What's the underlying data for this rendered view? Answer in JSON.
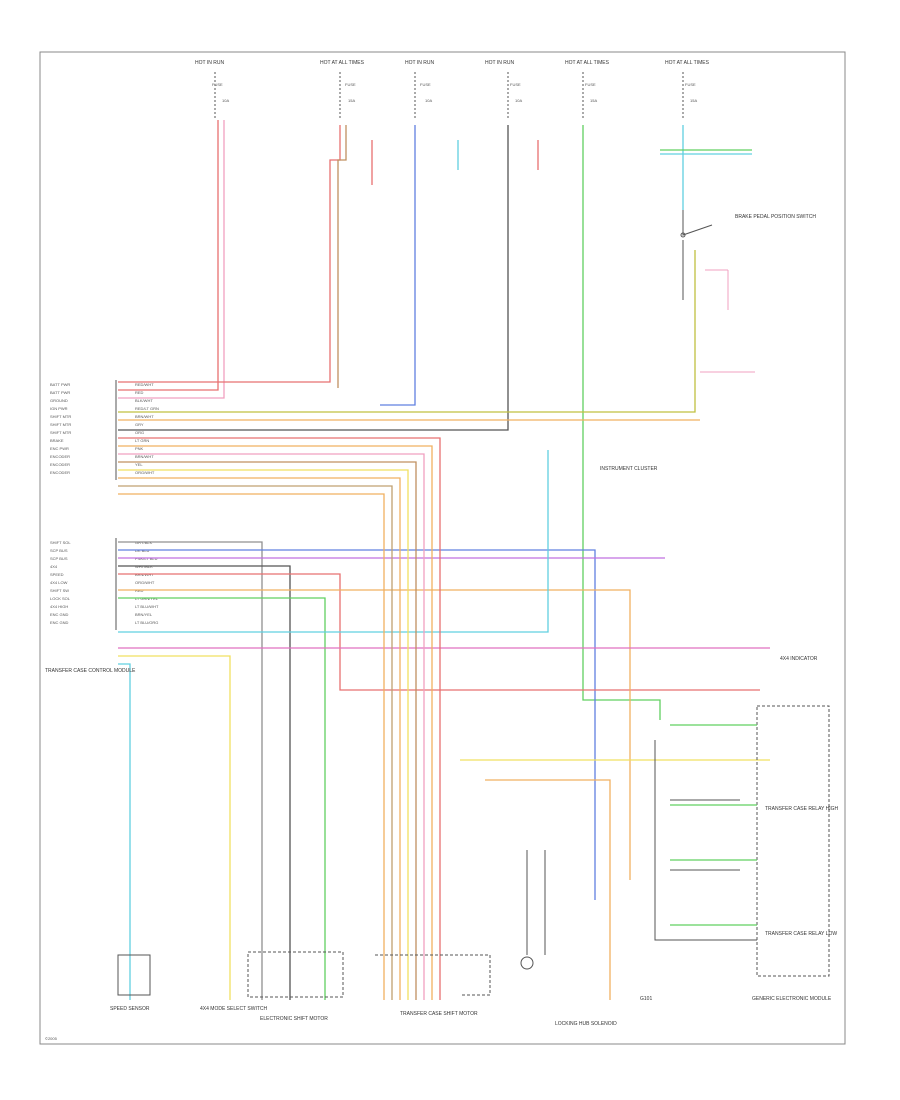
{
  "fuses": [
    {
      "title": "HOT IN RUN",
      "name": "FUSE",
      "rating": "10A"
    },
    {
      "title": "HOT AT ALL TIMES",
      "name": "FUSE",
      "rating": "15A"
    },
    {
      "title": "HOT IN RUN",
      "name": "FUSE",
      "rating": "10A"
    },
    {
      "title": "HOT IN RUN",
      "name": "FUSE",
      "rating": "10A"
    },
    {
      "title": "HOT AT ALL TIMES",
      "name": "FUSE",
      "rating": "15A"
    },
    {
      "title": "HOT AT ALL TIMES",
      "name": "FUSE",
      "rating": "15A"
    }
  ],
  "module_pins_a": [
    {
      "name": "BATT PWR",
      "color": "RED/WHT"
    },
    {
      "name": "BATT PWR",
      "color": "RED"
    },
    {
      "name": "GROUND",
      "color": "BLK/WHT"
    },
    {
      "name": "IGN PWR",
      "color": "RED/LT GRN"
    },
    {
      "name": "SHIFT MTR",
      "color": "BRN/WHT"
    },
    {
      "name": "SHIFT MTR",
      "color": "GRY"
    },
    {
      "name": "SHIFT MTR",
      "color": "ORG"
    },
    {
      "name": "BRAKE",
      "color": "LT GRN"
    },
    {
      "name": "ENC PWR",
      "color": "PNK"
    },
    {
      "name": "ENCODER",
      "color": "BRN/WHT"
    },
    {
      "name": "ENCODER",
      "color": "YEL"
    },
    {
      "name": "ENCODER",
      "color": "ORG/WHT"
    }
  ],
  "module_pins_b": [
    {
      "name": "SHIFT SOL",
      "color": "GRY/BLK"
    },
    {
      "name": "SCP BUS",
      "color": "DK BLU"
    },
    {
      "name": "SCP BUS",
      "color": "PNK/LT BLU"
    },
    {
      "name": "4X4",
      "color": "WHT/BLK"
    },
    {
      "name": "SPEED",
      "color": "BRN/WHT"
    },
    {
      "name": "4X4 LOW",
      "color": "ORG/WHT"
    },
    {
      "name": "SHIFT SW",
      "color": "RED"
    },
    {
      "name": "LOCK SOL",
      "color": "LT GRN/YEL"
    },
    {
      "name": "4X4 HIGH",
      "color": "LT BLU/WHT"
    },
    {
      "name": "ENC GND",
      "color": "BRN/YEL"
    },
    {
      "name": "ENC GND",
      "color": "LT BLU/ORG"
    }
  ],
  "labels": {
    "module": "TRANSFER CASE CONTROL MODULE",
    "cluster": "INSTRUMENT CLUSTER",
    "hub_module": "4X4 INDICATOR",
    "brake_sw": "BRAKE PEDAL POSITION SWITCH",
    "shift_motor": "ELECTRONIC SHIFT MOTOR",
    "tc_motor": "TRANSFER CASE SHIFT MOTOR",
    "speed_sensor": "SPEED SENSOR",
    "mode_sw": "4X4 MODE SELECT SWITCH",
    "solenoid": "LOCKING HUB SOLENOID",
    "gem": "GENERIC ELECTRONIC MODULE",
    "ground": "G101",
    "relay_high": "TRANSFER CASE RELAY HIGH",
    "relay_low": "TRANSFER CASE RELAY LOW",
    "footer": "©2005"
  },
  "colors": {
    "red": "#e87070",
    "pink": "#f0a0c0",
    "blue": "#6080e0",
    "lt_blue": "#60d0e0",
    "green": "#60d060",
    "yellow": "#f0e060",
    "orange": "#f0b060",
    "brown": "#c09060",
    "gray": "#909090",
    "black": "#333333",
    "violet": "#c070e0"
  }
}
